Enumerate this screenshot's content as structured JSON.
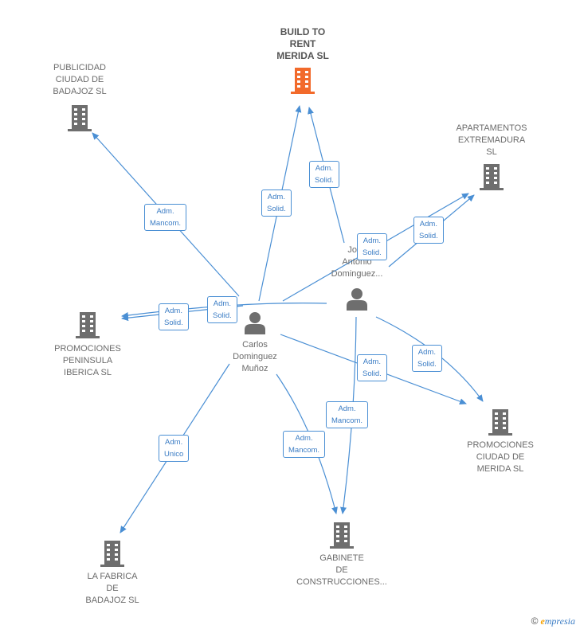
{
  "colors": {
    "edge": "#4a8fd4",
    "node": "#6e6e6e",
    "focus": "#f26a2b"
  },
  "companies": {
    "build_to_rent": "BUILD TO\nRENT\nMERIDA  SL",
    "publicidad": "PUBLICIDAD\nCIUDAD DE\nBADAJOZ  SL",
    "apartamentos": "APARTAMENTOS\nEXTREMADURA\nSL",
    "promociones_peninsula": "PROMOCIONES\nPENINSULA\nIBERICA  SL",
    "promociones_ciudad": "PROMOCIONES\nCIUDAD DE\nMERIDA  SL",
    "la_fabrica": "LA FABRICA\nDE\nBADAJOZ  SL",
    "gabinete": "GABINETE\nDE\nCONSTRUCCIONES..."
  },
  "persons": {
    "jose_antonio": "Jose\nAntonio\nDominguez...",
    "carlos": "Carlos\nDominguez\nMuñoz"
  },
  "roles": {
    "r1": "Adm.\nSolid.",
    "r2": "Adm.\nSolid.",
    "r3": "Adm.\nMancom.",
    "r4": "Adm.\nSolid.",
    "r5": "Adm.\nSolid.",
    "r6": "Adm.\nSolid.",
    "r7": "Adm.\nSolid.",
    "r8": "Adm.\nSolid.",
    "r9": "Adm.\nSolid.",
    "r10": "Adm.\nMancom.",
    "r11": "Adm.\nMancom.",
    "r12": "Adm.\nUnico"
  },
  "footer": {
    "copyright": "©",
    "brand_e": "e",
    "brand_rest": "mpresia"
  }
}
